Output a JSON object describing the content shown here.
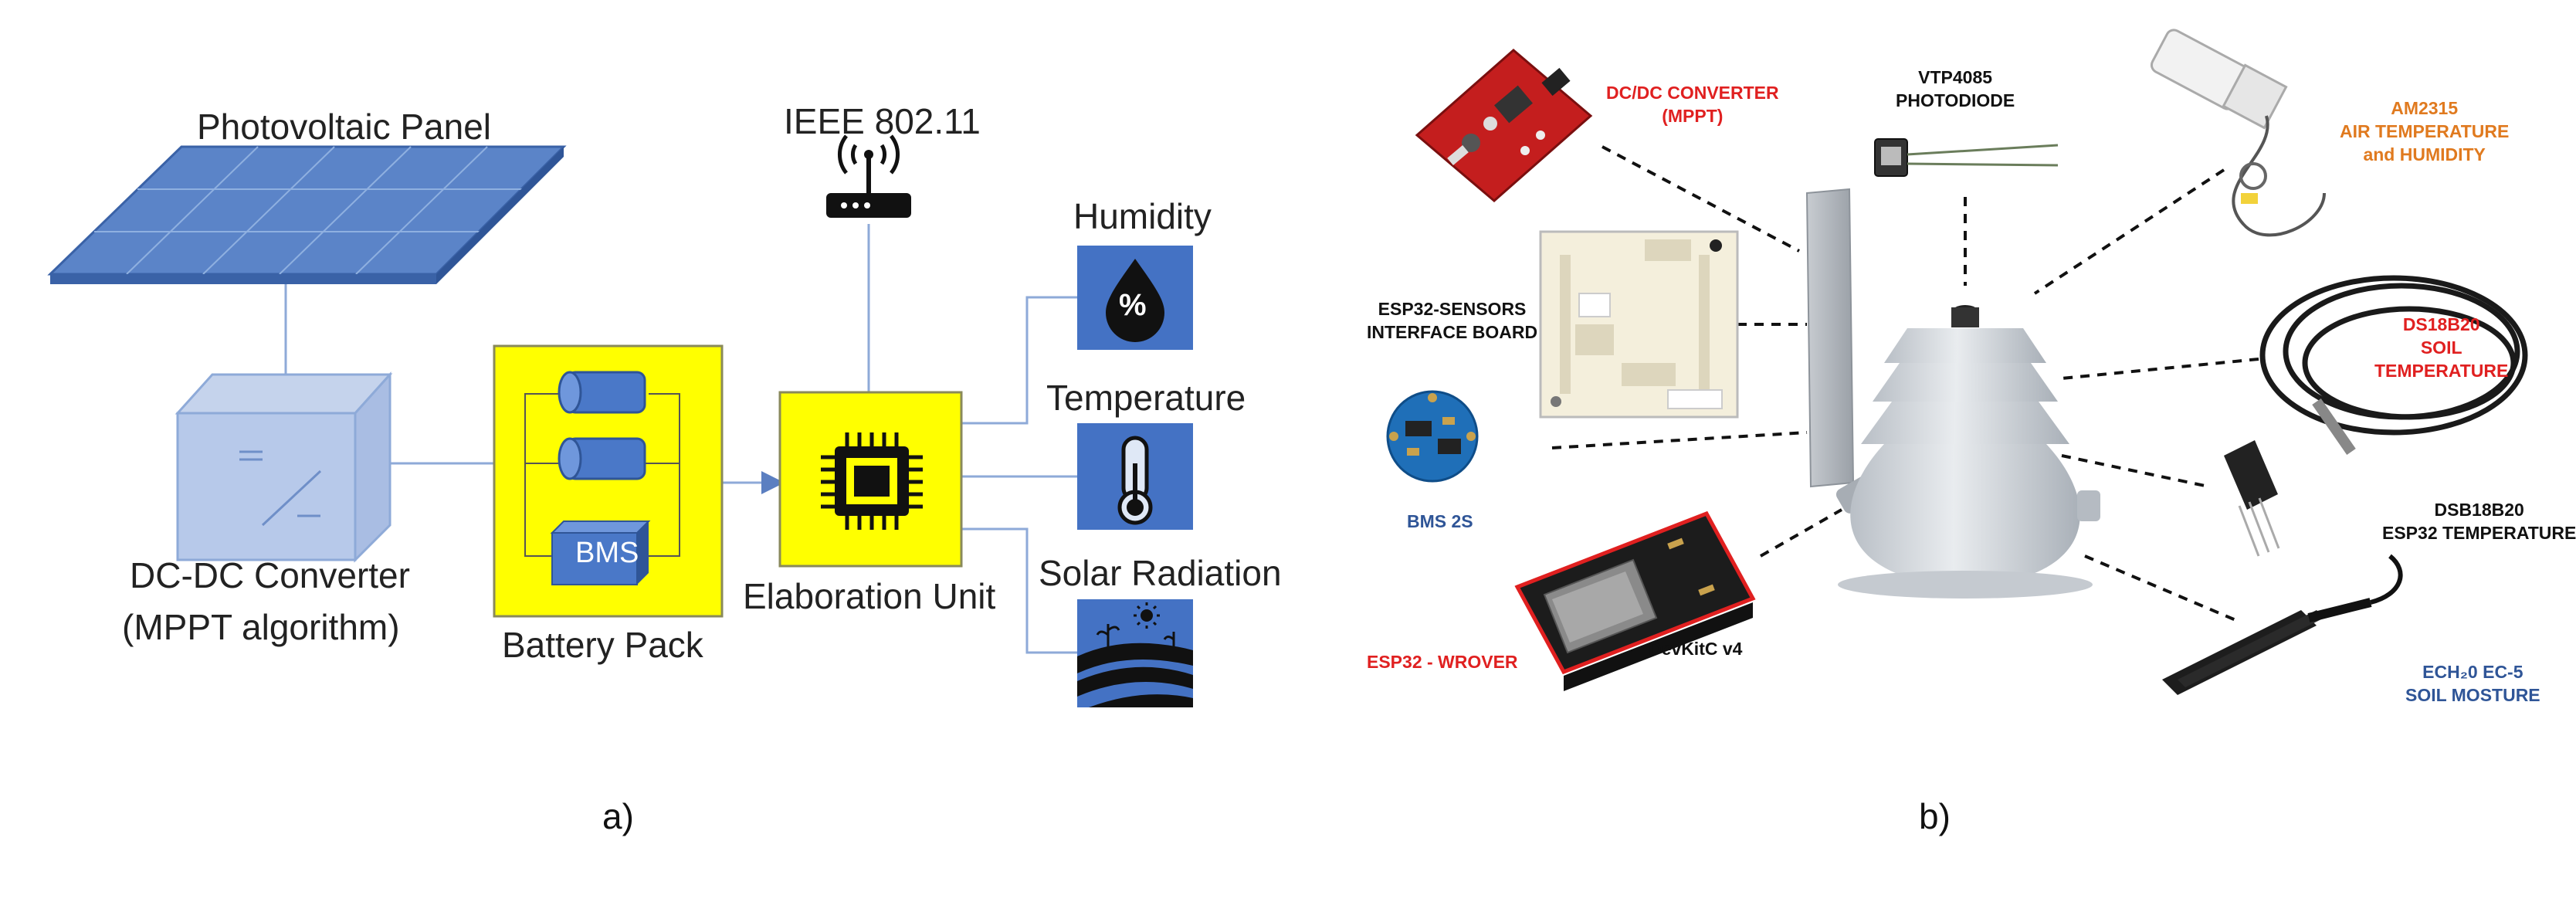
{
  "panel_a": {
    "caption": "a)",
    "photovoltaic_panel": "Photovoltaic Panel",
    "dcdc_line1": "DC-DC Converter",
    "dcdc_line2": "(MPPT algorithm)",
    "battery_pack": "Battery Pack",
    "bms": "BMS",
    "elaboration_unit": "Elaboration Unit",
    "wifi": "IEEE 802.11",
    "humidity": "Humidity",
    "humidity_symbol": "%",
    "temperature": "Temperature",
    "solar_radiation": "Solar Radiation",
    "colors": {
      "block": "#4472c4",
      "highlight": "#ffff00",
      "line": "#8eaad8"
    }
  },
  "panel_b": {
    "caption": "b)",
    "dcdc_line1": "DC/DC CONVERTER",
    "dcdc_line2": "(MPPT)",
    "photodiode_line1": "VTP4085",
    "photodiode_line2": "PHOTODIODE",
    "am2315_line1": "AM2315",
    "am2315_line2": "AIR TEMPERATURE",
    "am2315_line3": "and HUMIDITY",
    "esp_board_line1": "ESP32-SENSORS",
    "esp_board_line2": "INTERFACE BOARD",
    "ds18b20_line1": "DS18B20",
    "ds18b20_line2": "SOIL",
    "ds18b20_line3": "TEMPERATURE",
    "bms": "BMS 2S",
    "dsb18b20_line1": "DSB18B20",
    "dsb18b20_line2": "ESP32 TEMPERATURE",
    "wrover": "ESP32 - WROVER",
    "devkit": "DevKitC v4",
    "ech2o_line1": "ECH₂0 EC-5",
    "ech2o_line2": "SOIL MOSTURE",
    "colors": {
      "red": "#e02020",
      "orange": "#e07a1f",
      "blue": "#2f5597",
      "black": "#111111"
    }
  }
}
